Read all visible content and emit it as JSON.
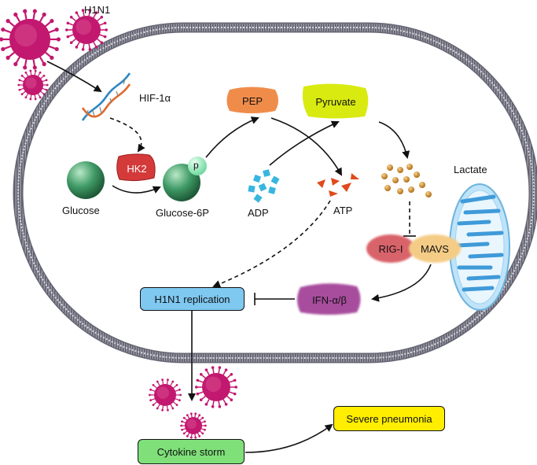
{
  "labels": {
    "virus": "H1N1",
    "hif": "HIF-1α",
    "hk2": "HK2",
    "p": "p",
    "glucose": "Glucose",
    "g6p": "Glucose-6P",
    "pep": "PEP",
    "pyruvate": "Pyruvate",
    "adp": "ADP",
    "atp": "ATP",
    "lactate": "Lactate",
    "rigi": "RIG-I",
    "mavs": "MAVS",
    "ifn": "IFN-α/β",
    "replication": "H1N1 replication",
    "cytokine": "Cytokine storm",
    "pneumonia": "Severe pneumonia"
  },
  "colors": {
    "virus": "#c2186f",
    "membrane": "#8a8a96",
    "hk2": "#d43a3a",
    "glucose": "#3f9a66",
    "pep": "#f08c4a",
    "pyruvate": "#d9ea10",
    "adp": "#38b6e0",
    "atp": "#e04a1c",
    "lactate": "#d9922f",
    "rigi": "#d9646a",
    "mavs": "#f5cc86",
    "ifn": "#a84d9e",
    "replication": "#7fc8f0",
    "cytokine": "#7fe07a",
    "pneumonia": "#ffee00",
    "mitochondrion": "#9dd3f5"
  },
  "icons": [
    "virus-icon",
    "dna-icon",
    "mitochondrion-icon"
  ]
}
